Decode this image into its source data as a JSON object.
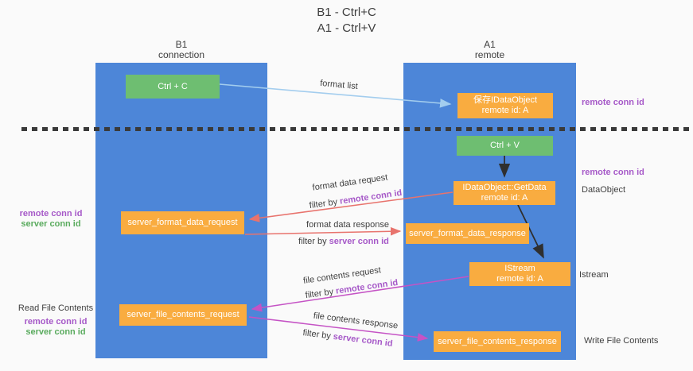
{
  "title": {
    "line1": "B1 - Ctrl+C",
    "line2": "A1 - Ctrl+V"
  },
  "lanes": {
    "left": {
      "name": "B1",
      "subtitle": "connection"
    },
    "right": {
      "name": "A1",
      "subtitle": "remote"
    }
  },
  "boxes": {
    "ctrl_c": "Ctrl + C",
    "save_idataobject": {
      "line1": "保存IDataObject",
      "line2": "remote id: A"
    },
    "ctrl_v": "Ctrl + V",
    "getdata": {
      "line1": "IDataObject::GetData",
      "line2": "remote id: A"
    },
    "format_request": "server_format_data_request",
    "format_response": "server_format_data_response",
    "istream": {
      "line1": "IStream",
      "line2": "remote id: A"
    },
    "file_request": "server_file_contents_request",
    "file_response": "server_file_contents_response"
  },
  "arrow_labels": {
    "format_list": "format list",
    "format_data_request": "format data request",
    "format_data_response": "format data response",
    "file_contents_request": "file contents request",
    "file_contents_response": "file contents response",
    "filter_by": "filter by",
    "remote_conn_id": "remote conn id",
    "server_conn_id": "server conn id"
  },
  "side_labels": {
    "remote_conn_id": "remote conn id",
    "server_conn_id": "server conn id",
    "dataobject": "DataObject",
    "istream": "Istream",
    "read_file_contents": "Read File Contents",
    "write_file_contents": "Write File Contents"
  },
  "colors": {
    "lane_blue": "#4d86d8",
    "box_orange": "#f9ac40",
    "box_green": "#6ebe71",
    "arrow_light_blue": "#a3cdee",
    "arrow_salmon": "#e8736d",
    "arrow_magenta": "#c553c5",
    "arrow_black": "#2f2f2f",
    "label_purple": "#a659c8",
    "label_green": "#5aab5e",
    "text_dark": "#3f3f3f",
    "background": "#fafafa"
  }
}
